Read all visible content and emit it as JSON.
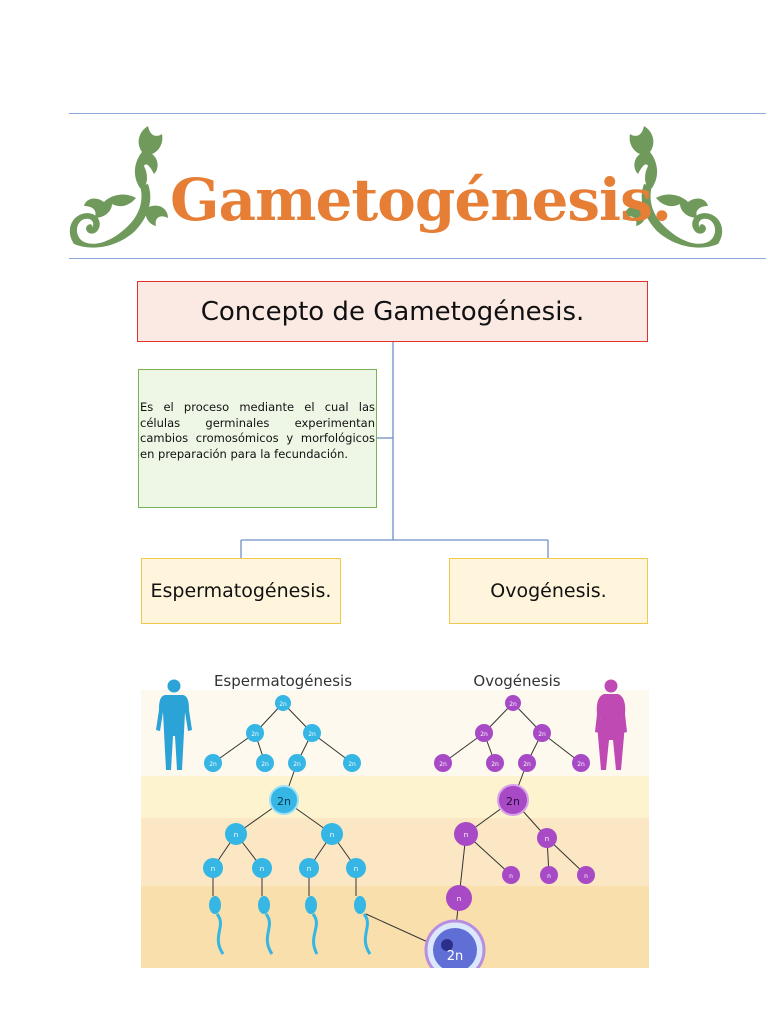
{
  "title": "Gametogénesis.",
  "concept": {
    "heading": "Concepto de Gametogénesis.",
    "definition": "Es el proceso mediante el cual las células germinales experimentan cambios cromosómicos y morfológicos en preparación para la fecundación."
  },
  "branches": {
    "left": "Espermatogénesis.",
    "right": "Ovogénesis."
  },
  "illustration": {
    "left_caption": "Espermatogénesis",
    "right_caption": "Ovogénesis",
    "label_2n": "2n",
    "label_n": "n"
  },
  "colors": {
    "title": "#e67e35",
    "ornament": "#6f9a5b",
    "sperm_cell": "#35b6e4",
    "egg_cell": "#a84ac6"
  }
}
